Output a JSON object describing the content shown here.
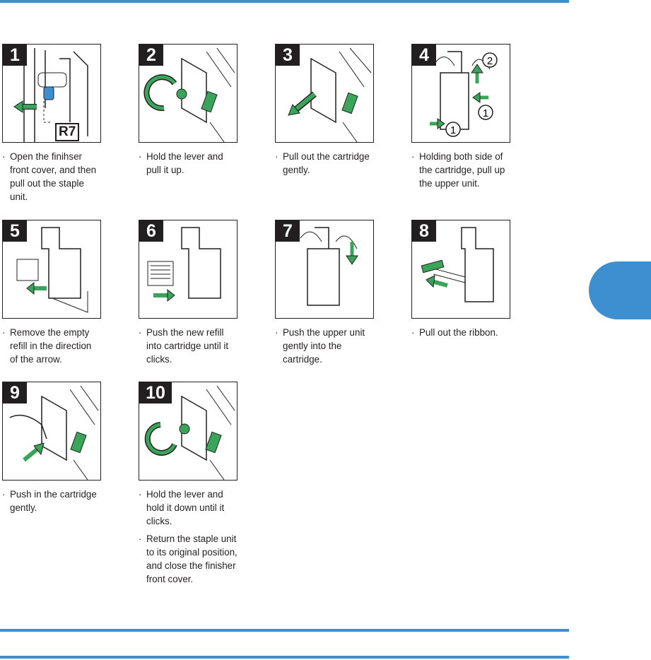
{
  "colors": {
    "rule": "#3d8fcf",
    "accent_green": "#3aa45a",
    "ink": "#231f20"
  },
  "steps": [
    {
      "number": "1",
      "captions": [
        "Open the finihser front cover, and then pull out the staple unit."
      ],
      "label": "R7"
    },
    {
      "number": "2",
      "captions": [
        "Hold the lever and pull it up."
      ]
    },
    {
      "number": "3",
      "captions": [
        "Pull out the cartridge gently."
      ]
    },
    {
      "number": "4",
      "captions": [
        "Holding both side of the cartridge, pull up the upper unit."
      ],
      "markers": [
        "2",
        "1",
        "1"
      ]
    },
    {
      "number": "5",
      "captions": [
        "Remove the empty refill in the direction of the arrow."
      ]
    },
    {
      "number": "6",
      "captions": [
        "Push the new refill into cartridge until it clicks."
      ]
    },
    {
      "number": "7",
      "captions": [
        "Push the upper unit gently into the cartridge."
      ]
    },
    {
      "number": "8",
      "captions": [
        "Pull out the ribbon."
      ]
    },
    {
      "number": "9",
      "captions": [
        "Push in the cartridge gently."
      ]
    },
    {
      "number": "10",
      "captions": [
        "Hold the lever and hold it down until it clicks.",
        "Return the staple unit to its original position, and close the finisher front cover."
      ]
    }
  ]
}
